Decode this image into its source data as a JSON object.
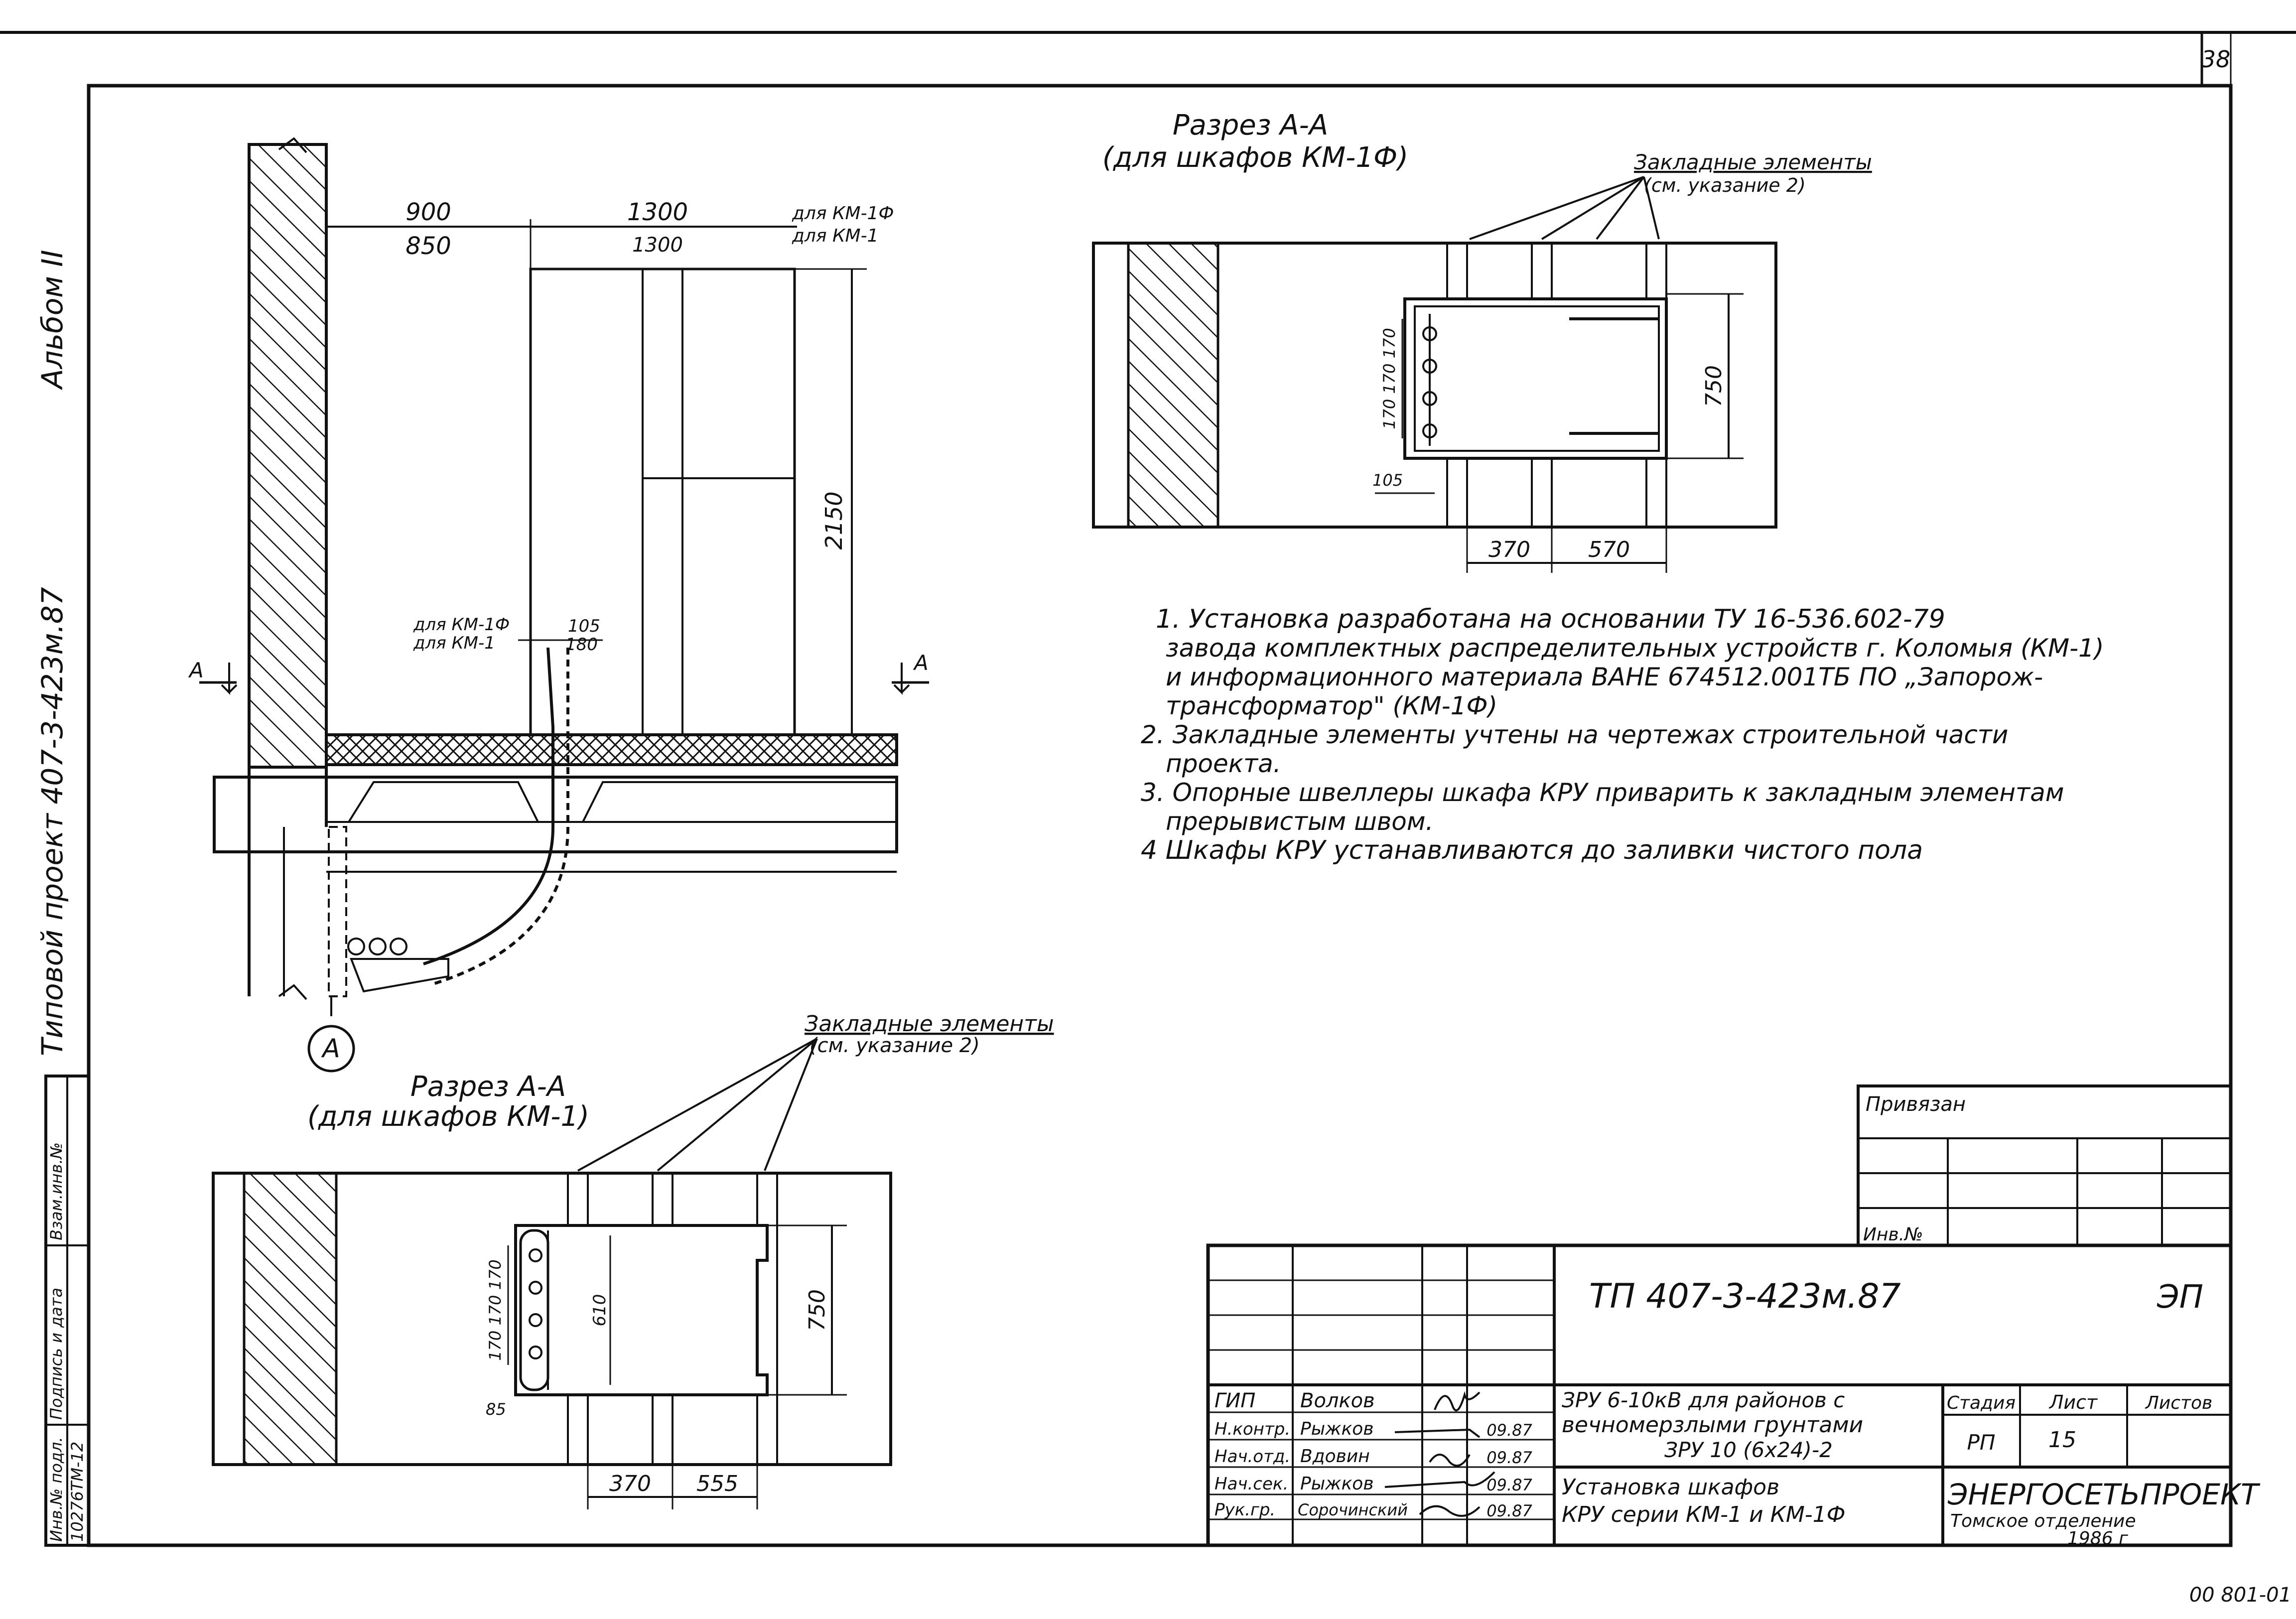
{
  "sheet": {
    "corner_number": "38",
    "bottom_code": "00 801-01"
  },
  "side_strip": {
    "album": "Альбом II",
    "project": "Типовой проект 407-3-423м.87",
    "fields": [
      "Инв.№ подл.",
      "Подпись и дата",
      "Взам.инв.№"
    ],
    "inv_no": "10276ТМ-12"
  },
  "section_main": {
    "dims": {
      "d900": "900",
      "d850": "850",
      "d1300a": "1300",
      "d1300b": "1300",
      "for_km1f": "для КМ-1Ф",
      "for_km1": "для КМ-1",
      "h2150": "2150",
      "d105": "105",
      "d180": "180",
      "for_km1f_2": "для КМ-1Ф",
      "for_km1_2": "для КМ-1"
    },
    "cut_left": "А",
    "cut_right": "А",
    "axis_mark": "А"
  },
  "section_km1f": {
    "title_1": "Разрез А-А",
    "title_2": "(для шкафов КМ-1Ф)",
    "embedded_1": "Закладные элементы",
    "embedded_2": "(см. указание 2)",
    "d750": "750",
    "d170": "170 170 170",
    "d105": "105",
    "d370": "370",
    "d570": "570"
  },
  "section_km1": {
    "title_1": "Разрез А-А",
    "title_2": "(для шкафов КМ-1)",
    "embedded_1": "Закладные элементы",
    "embedded_2": "(см. указание 2)",
    "d750": "750",
    "d610": "610",
    "d170": "170 170 170",
    "d85": "85",
    "d370": "370",
    "d555": "555"
  },
  "notes": [
    "1. Установка   разработана  на основании  ТУ 16-536.602-79",
    "завода  комплектных распределительных  устройств г. Коломыя (КМ-1)",
    "и информационного материала ВАНЕ 674512.001ТБ  ПО „Запорож-",
    "трансформатор\" (КМ-1Ф)",
    "2. Закладные элементы учтены на чертежах строительной части",
    "проекта.",
    "3. Опорные  швеллеры шкафа  КРУ приварить к закладным элементам",
    "прерывистым  швом.",
    "4 Шкафы  КРУ  устанавливаются  до заливки чистого пола"
  ],
  "titleblock": {
    "privyazan": "Привязан",
    "inv_no_label": "Инв.№",
    "code": "ТП   407-3-423м.87",
    "section_code": "ЭП",
    "roles": [
      "ГИП",
      "Н.контр.",
      "Нач.отд.",
      "Нач.сек.",
      "Рук.гр."
    ],
    "names": [
      "Волков",
      "Рыжков",
      "Вдовин",
      "Рыжков",
      "Сорочинский"
    ],
    "dates": [
      "",
      "09.87",
      "09.87",
      "09.87",
      "09.87"
    ],
    "object_title_1": "ЗРУ 6-10кВ для районов с",
    "object_title_2": "вечномерзлыми грунтами",
    "object_title_3": "ЗРУ 10 (6х24)-2",
    "sheet_title_1": "Установка шкафов",
    "sheet_title_2": "КРУ серии  КМ-1 и КМ-1Ф",
    "stage_label": "Стадия",
    "sheet_label": "Лист",
    "sheets_label": "Листов",
    "stage": "РП",
    "sheet_no": "15",
    "sheets": "",
    "org_1": "ЭНЕРГОСЕТЬПРОЕКТ",
    "org_2": "Томское     отделение",
    "year": "1986 г"
  }
}
